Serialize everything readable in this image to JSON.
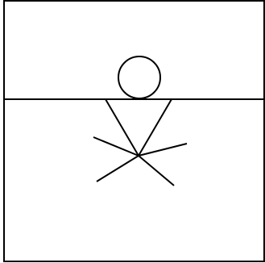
{
  "figure": {
    "stroke_color": "#000000",
    "background_color": "#ffffff",
    "elements": [
      "outer-frame",
      "horizontal-divider",
      "head-circle",
      "neck-left-line",
      "neck-right-line",
      "limb-line-1",
      "limb-line-2",
      "limb-line-3",
      "limb-line-4"
    ]
  }
}
